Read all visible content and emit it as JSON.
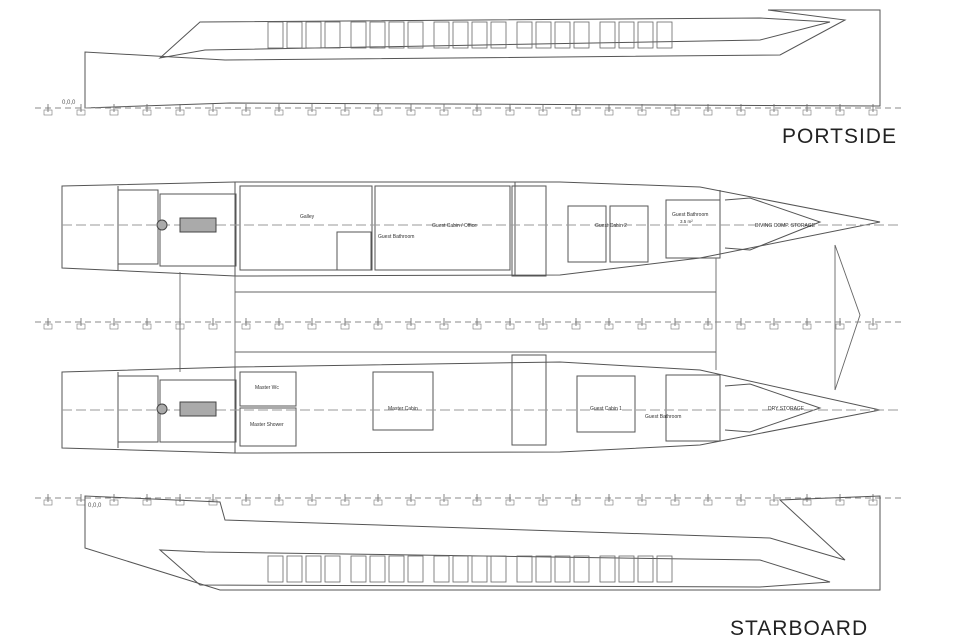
{
  "labels": {
    "portside": "PORTSIDE",
    "starboard": "STARBOARD",
    "origin_top": "0,0,0",
    "origin_bottom": "0,0,0"
  },
  "port_hull_rooms": {
    "galley": "Galley",
    "guest_bathroom_fwd": "Guest Bathroom",
    "guest_cabin_office": "Guest Cabin / Office",
    "guest_cabin_2": "Guest Cabin 2",
    "guest_bathroom_aft": "Guest Bathroom",
    "guest_bathroom_aft_area": "3.5 m²",
    "diving_storage": "DIVING COMP. STORAGE"
  },
  "starboard_hull_rooms": {
    "master_wc": "Master Wc",
    "master_shower": "Master Shower",
    "master_cabin": "Master Cabin",
    "guest_cabin_1": "Guest Cabin 1",
    "guest_bathroom": "Guest Bathroom",
    "dry_storage": "DRY STORAGE"
  },
  "colors": {
    "line": "#555555",
    "dash": "#888888",
    "background": "#ffffff"
  }
}
